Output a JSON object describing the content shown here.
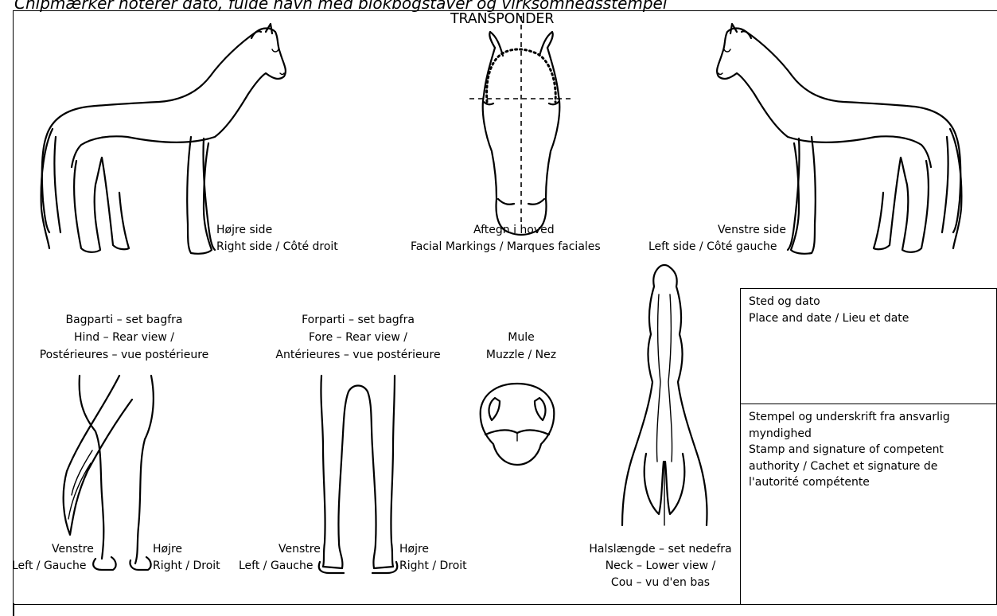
{
  "header": {
    "text": "Chipmærker noterer dato, fulde navn med blokbogstaver og virksomhedsstempel"
  },
  "title": "TRANSPONDER",
  "right_side": {
    "line1": "Højre side",
    "line2": "Right side / Côté droit"
  },
  "face": {
    "line1": "Aftegn i hoved",
    "line2": "Facial Markings / Marques faciales"
  },
  "left_side": {
    "line1": "Venstre side",
    "line2": "Left side / Côté gauche"
  },
  "hind": {
    "line1": "Bagparti – set bagfra",
    "line2": "Hind – Rear view /",
    "line3": "Postérieures – vue postérieure"
  },
  "fore": {
    "line1": "Forparti – set bagfra",
    "line2": "Fore – Rear view /",
    "line3": "Antérieures – vue postérieure"
  },
  "muzzle": {
    "line1": "Mule",
    "line2": "Muzzle / Nez"
  },
  "legs_labels": {
    "left_da": "Venstre",
    "left_en": "Left / Gauche",
    "right_da": "Højre",
    "right_en": "Right / Droit"
  },
  "neck": {
    "line1": "Halslængde – set nedefra",
    "line2": "Neck – Lower view /",
    "line3": "Cou – vu d'en bas"
  },
  "place_date": {
    "line1": "Sted og dato",
    "line2": "Place and date / Lieu et date"
  },
  "stamp": {
    "line1": "Stempel og underskrift fra ansvarlig myndighed",
    "line2": "Stamp and signature of competent authority / Cachet et signature de l'autorité compétente"
  }
}
